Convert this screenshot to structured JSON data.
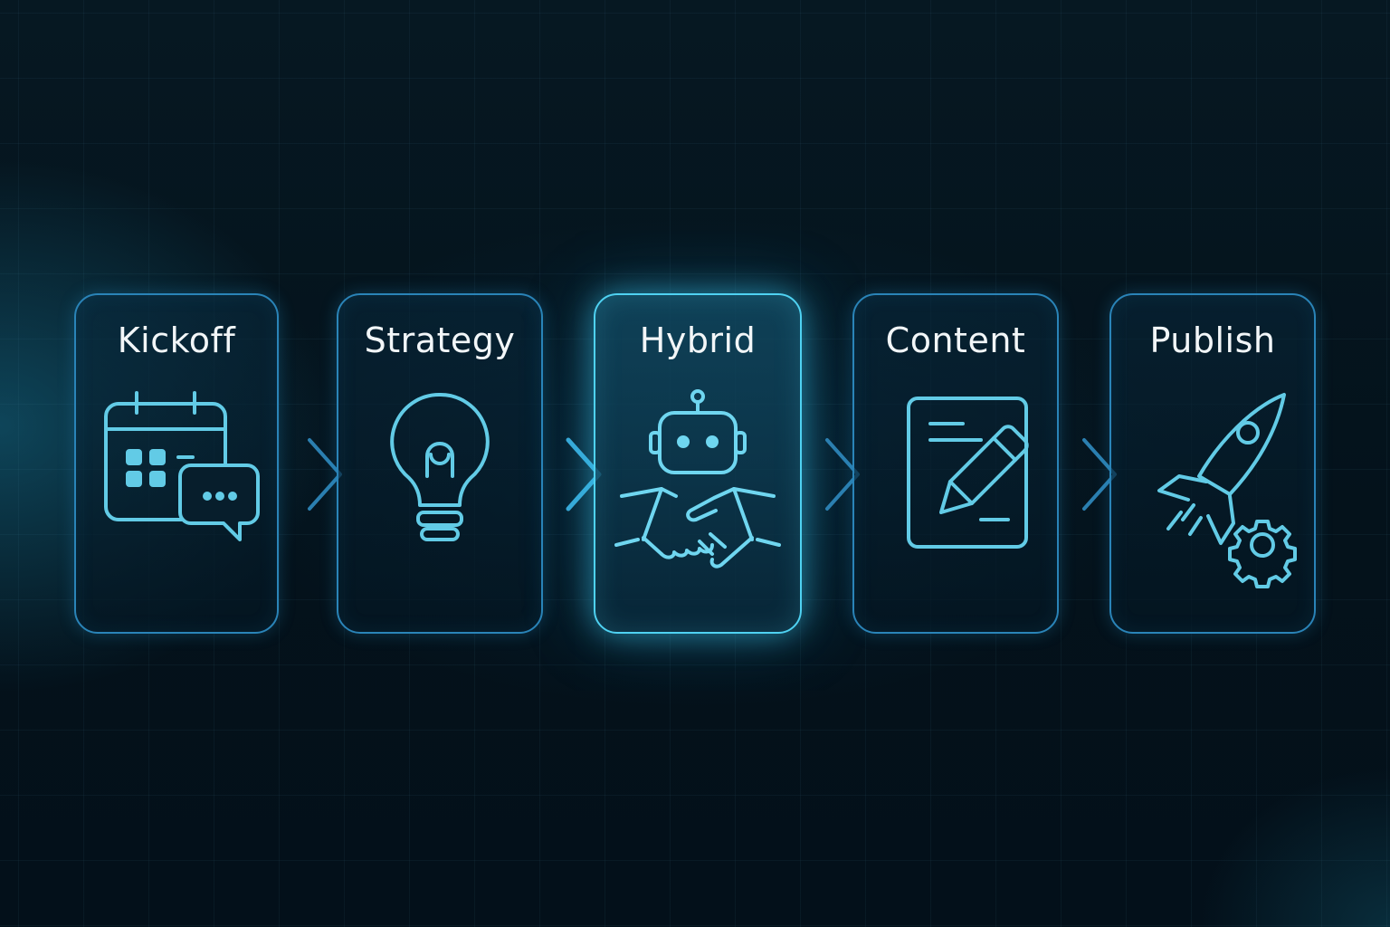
{
  "colors": {
    "accent": "#58c6e8",
    "icon_stroke": "#62cbe6",
    "active_border": "#4fd2f2",
    "card_border": "#2a84b8",
    "background": "#04121b",
    "label": "#f2f6f8"
  },
  "steps": [
    {
      "label": "Kickoff",
      "icon": "calendar-chat-icon",
      "active": false
    },
    {
      "label": "Strategy",
      "icon": "lightbulb-icon",
      "active": false
    },
    {
      "label": "Hybrid",
      "icon": "robot-handshake-icon",
      "active": true
    },
    {
      "label": "Content",
      "icon": "document-pencil-icon",
      "active": false
    },
    {
      "label": "Publish",
      "icon": "rocket-gear-icon",
      "active": false
    }
  ],
  "connectors": [
    {
      "icon": "chevron-right-icon"
    },
    {
      "icon": "chevron-right-icon"
    },
    {
      "icon": "chevron-right-icon"
    },
    {
      "icon": "chevron-right-icon"
    }
  ]
}
